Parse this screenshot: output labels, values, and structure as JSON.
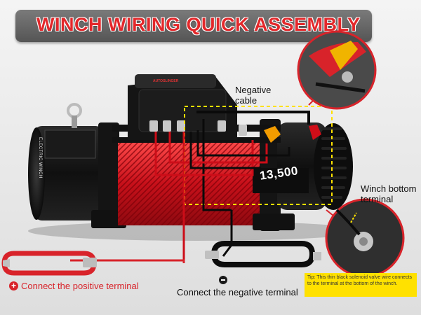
{
  "title": "WINCH WIRING QUICK ASSEMBLY",
  "labels": {
    "negative_cable": "Negative cable",
    "winch_bottom_terminal": "Winch bottom terminal",
    "connect_positive": "Connect the positive terminal",
    "connect_negative": "Connect the negative terminal"
  },
  "tip": "Tip: This thin black solenoid valve wire connects to the terminal at the bottom of the winch.",
  "winch": {
    "model_number": "13,500",
    "plate_text": "ELECTRIC WINCH",
    "brand": "AUTOSLINGER"
  },
  "colors": {
    "title_red": "#e3282b",
    "cable_red": "#d8232a",
    "cable_black": "#1a1a1a",
    "highlight_yellow": "#ffe100"
  }
}
